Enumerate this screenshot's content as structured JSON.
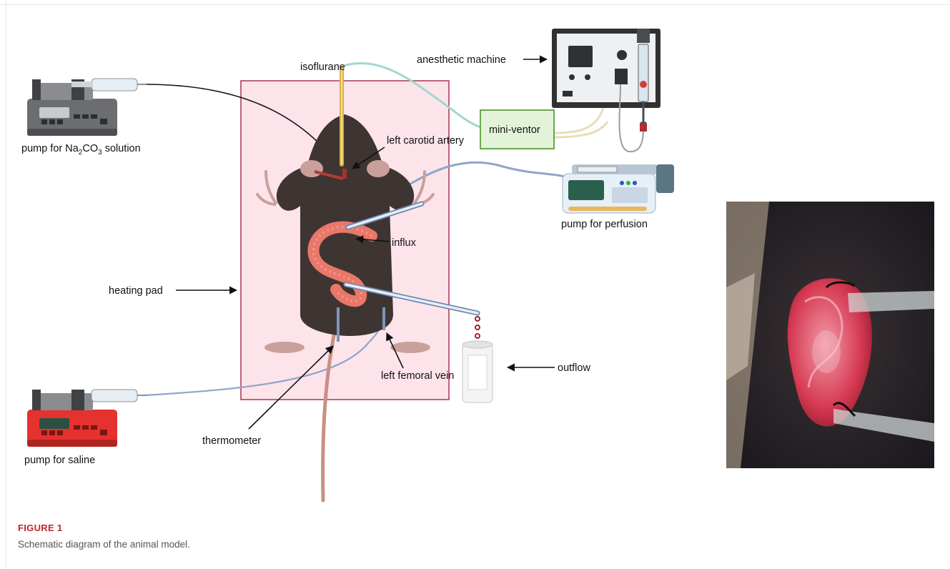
{
  "figure": {
    "label": "FIGURE 1",
    "caption": "Schematic diagram of the animal model."
  },
  "labels": {
    "isoflurane": "isoflurane",
    "anesthetic_machine": "anesthetic machine",
    "pump_na2co3_prefix": "pump for Na",
    "pump_na2co3_sub1": "2",
    "pump_na2co3_mid": "CO",
    "pump_na2co3_sub2": "3",
    "pump_na2co3_suffix": " solution",
    "left_carotid_artery": "left carotid artery",
    "mini_ventor": "mini-ventor",
    "pump_perfusion": "pump for perfusion",
    "influx": "influx",
    "heating_pad": "heating pad",
    "outflow": "outflow",
    "left_femoral_vein": "left femoral vein",
    "thermometer": "thermometer",
    "pump_saline": "pump for saline"
  },
  "colors": {
    "heating_pad_fill": "#fde4ea",
    "heating_pad_border": "#a8344e",
    "mouse_body": "#3e3532",
    "intestine": "#e9786a",
    "mini_ventor_fill": "#e3f3d8",
    "mini_ventor_border": "#6aa84f",
    "caption_label": "#c0262d"
  },
  "icons": [
    "syringe-pump-gray-icon",
    "syringe-pump-red-icon",
    "perfusion-pump-icon",
    "anesthetic-machine-icon",
    "mouse-illustration",
    "collection-beaker-icon",
    "surgical-photo"
  ]
}
